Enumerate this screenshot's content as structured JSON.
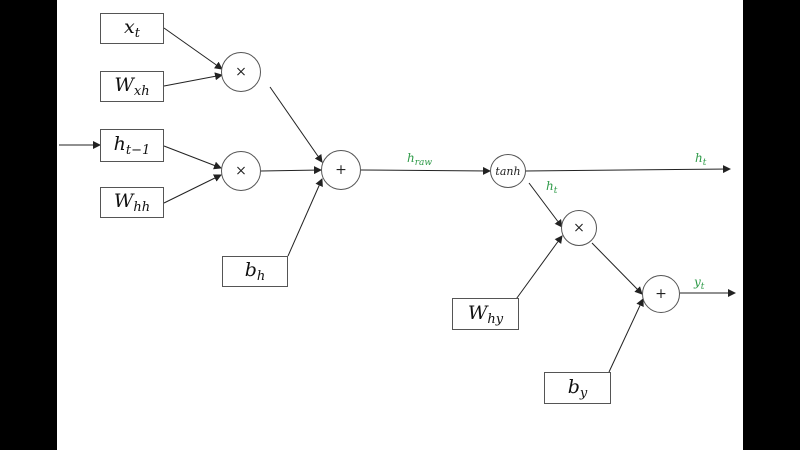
{
  "nodes": {
    "x_t": {
      "base": "x",
      "sub": "t"
    },
    "W_xh": {
      "base": "W",
      "sub": "xh"
    },
    "h_tm1": {
      "base": "h",
      "sub": "t−1"
    },
    "W_hh": {
      "base": "W",
      "sub": "hh"
    },
    "b_h": {
      "base": "b",
      "sub": "h"
    },
    "W_hy": {
      "base": "W",
      "sub": "hy"
    },
    "b_y": {
      "base": "b",
      "sub": "y"
    }
  },
  "ops": {
    "mul1": "×",
    "mul2": "×",
    "add1": "+",
    "tanh": "tanh",
    "mul3": "×",
    "add2": "+"
  },
  "edge_labels": {
    "h_raw": {
      "base": "h",
      "sub": "raw"
    },
    "h_t_out": {
      "base": "h",
      "sub": "t"
    },
    "h_t_branch": {
      "base": "h",
      "sub": "t"
    },
    "y_t": {
      "base": "y",
      "sub": "t"
    }
  },
  "colors": {
    "edge_label": "#2e9a48",
    "line": "#222222",
    "border": "#555555"
  }
}
